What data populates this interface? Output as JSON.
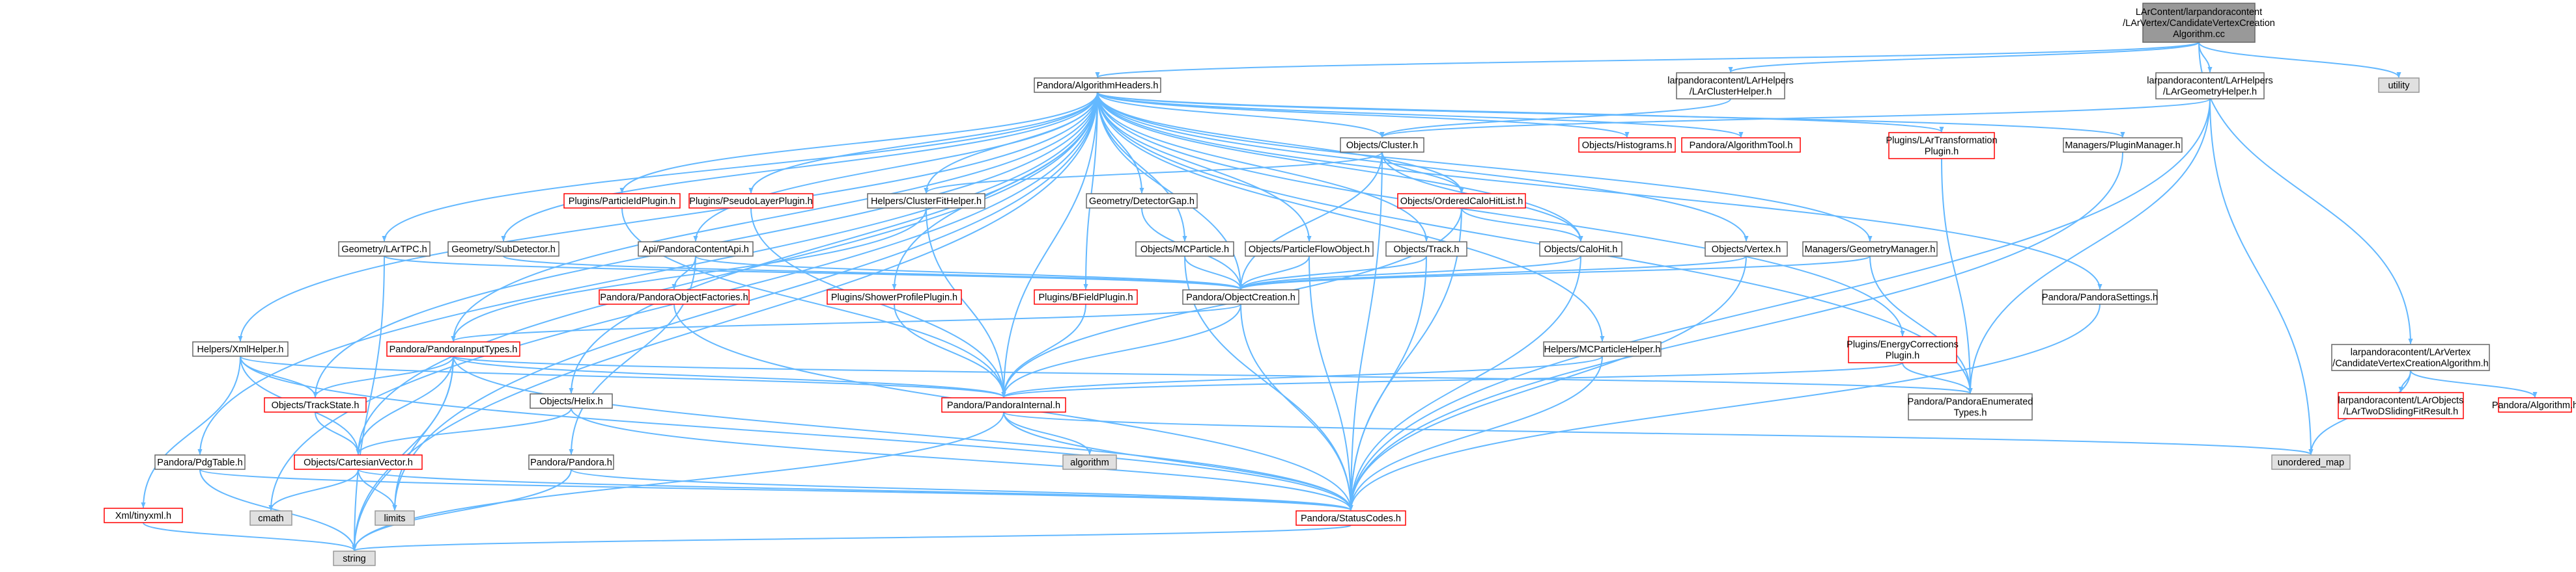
{
  "colors": {
    "edge": "#63b8ff",
    "normal_fill": "#ffffff",
    "normal_border": "#666666",
    "red_border": "#ff0000",
    "ext_fill": "#e0e0e0",
    "ext_border": "#999999",
    "root_fill": "#999999",
    "root_border": "#666666"
  },
  "nodes": [
    {
      "id": "root",
      "lines": [
        "LArContent/larpandoracontent",
        "/LArVertex/CandidateVertexCreation",
        "Algorithm.cc"
      ],
      "style": "root"
    },
    {
      "id": "alg_headers",
      "lines": [
        "Pandora/AlgorithmHeaders.h"
      ],
      "style": "normal"
    },
    {
      "id": "lar_cluster_helper",
      "lines": [
        "larpandoracontent/LArHelpers",
        "/LArClusterHelper.h"
      ],
      "style": "normal"
    },
    {
      "id": "lar_geometry_helper",
      "lines": [
        "larpandoracontent/LArHelpers",
        "/LArGeometryHelper.h"
      ],
      "style": "normal"
    },
    {
      "id": "utility",
      "lines": [
        "utility"
      ],
      "style": "ext"
    },
    {
      "id": "cand_vtx_alg_h",
      "lines": [
        "larpandoracontent/LArVertex",
        "/CandidateVertexCreationAlgorithm.h"
      ],
      "style": "normal"
    },
    {
      "id": "lar_two_d_sliding",
      "lines": [
        "larpandoracontent/LArObjects",
        "/LArTwoDSlidingFitResult.h"
      ],
      "style": "red"
    },
    {
      "id": "pandora_algorithm",
      "lines": [
        "Pandora/Algorithm.h"
      ],
      "style": "red"
    },
    {
      "id": "unordered_map",
      "lines": [
        "unordered_map"
      ],
      "style": "ext"
    },
    {
      "id": "objects_cluster",
      "lines": [
        "Objects/Cluster.h"
      ],
      "style": "normal"
    },
    {
      "id": "objects_histograms",
      "lines": [
        "Objects/Histograms.h"
      ],
      "style": "red"
    },
    {
      "id": "pandora_algorithm_tool",
      "lines": [
        "Pandora/AlgorithmTool.h"
      ],
      "style": "red"
    },
    {
      "id": "plugins_lar_transformation",
      "lines": [
        "Plugins/LArTransformation",
        "Plugin.h"
      ],
      "style": "red"
    },
    {
      "id": "managers_plugin",
      "lines": [
        "Managers/PluginManager.h"
      ],
      "style": "normal"
    },
    {
      "id": "plugins_particle_id",
      "lines": [
        "Plugins/ParticleIdPlugin.h"
      ],
      "style": "red"
    },
    {
      "id": "plugins_pseudo_layer",
      "lines": [
        "Plugins/PseudoLayerPlugin.h"
      ],
      "style": "red"
    },
    {
      "id": "helpers_cluster_fit",
      "lines": [
        "Helpers/ClusterFitHelper.h"
      ],
      "style": "normal"
    },
    {
      "id": "geometry_detector_gap",
      "lines": [
        "Geometry/DetectorGap.h"
      ],
      "style": "normal"
    },
    {
      "id": "objects_ordered_calo",
      "lines": [
        "Objects/OrderedCaloHitList.h"
      ],
      "style": "red"
    },
    {
      "id": "geometry_lar_tpc",
      "lines": [
        "Geometry/LArTPC.h"
      ],
      "style": "normal"
    },
    {
      "id": "geometry_sub_detector",
      "lines": [
        "Geometry/SubDetector.h"
      ],
      "style": "normal"
    },
    {
      "id": "api_pandora_content",
      "lines": [
        "Api/PandoraContentApi.h"
      ],
      "style": "normal"
    },
    {
      "id": "objects_mc_particle",
      "lines": [
        "Objects/MCParticle.h"
      ],
      "style": "normal"
    },
    {
      "id": "objects_pfo",
      "lines": [
        "Objects/ParticleFlowObject.h"
      ],
      "style": "normal"
    },
    {
      "id": "objects_track",
      "lines": [
        "Objects/Track.h"
      ],
      "style": "normal"
    },
    {
      "id": "objects_calo_hit",
      "lines": [
        "Objects/CaloHit.h"
      ],
      "style": "normal"
    },
    {
      "id": "objects_vertex",
      "lines": [
        "Objects/Vertex.h"
      ],
      "style": "normal"
    },
    {
      "id": "managers_geometry",
      "lines": [
        "Managers/GeometryManager.h"
      ],
      "style": "normal"
    },
    {
      "id": "pandora_object_factories",
      "lines": [
        "Pandora/PandoraObjectFactories.h"
      ],
      "style": "red"
    },
    {
      "id": "plugins_shower_profile",
      "lines": [
        "Plugins/ShowerProfilePlugin.h"
      ],
      "style": "red"
    },
    {
      "id": "plugins_bfield",
      "lines": [
        "Plugins/BFieldPlugin.h"
      ],
      "style": "red"
    },
    {
      "id": "pandora_object_creation",
      "lines": [
        "Pandora/ObjectCreation.h"
      ],
      "style": "normal"
    },
    {
      "id": "pandora_settings",
      "lines": [
        "Pandora/PandoraSettings.h"
      ],
      "style": "normal"
    },
    {
      "id": "helpers_xml",
      "lines": [
        "Helpers/XmlHelper.h"
      ],
      "style": "normal"
    },
    {
      "id": "pandora_input_types",
      "lines": [
        "Pandora/PandoraInputTypes.h"
      ],
      "style": "red"
    },
    {
      "id": "plugins_energy_corrections",
      "lines": [
        "Plugins/EnergyCorrections",
        "Plugin.h"
      ],
      "style": "red"
    },
    {
      "id": "helpers_mc_particle",
      "lines": [
        "Helpers/MCParticleHelper.h"
      ],
      "style": "normal"
    },
    {
      "id": "objects_track_state",
      "lines": [
        "Objects/TrackState.h"
      ],
      "style": "red"
    },
    {
      "id": "pandora_internal",
      "lines": [
        "Pandora/PandoraInternal.h"
      ],
      "style": "red"
    },
    {
      "id": "pandora_enumerated",
      "lines": [
        "Pandora/PandoraEnumerated",
        "Types.h"
      ],
      "style": "normal"
    },
    {
      "id": "objects_helix",
      "lines": [
        "Objects/Helix.h"
      ],
      "style": "normal"
    },
    {
      "id": "algorithm",
      "lines": [
        "algorithm"
      ],
      "style": "ext"
    },
    {
      "id": "objects_cartesian",
      "lines": [
        "Objects/CartesianVector.h"
      ],
      "style": "red"
    },
    {
      "id": "pandora_pandora",
      "lines": [
        "Pandora/Pandora.h"
      ],
      "style": "normal"
    },
    {
      "id": "pandora_pdg_table",
      "lines": [
        "Pandora/PdgTable.h"
      ],
      "style": "normal"
    },
    {
      "id": "xml_tinyxml",
      "lines": [
        "Xml/tinyxml.h"
      ],
      "style": "red"
    },
    {
      "id": "cmath",
      "lines": [
        "cmath"
      ],
      "style": "ext"
    },
    {
      "id": "limits",
      "lines": [
        "limits"
      ],
      "style": "ext"
    },
    {
      "id": "pandora_status_codes",
      "lines": [
        "Pandora/StatusCodes.h"
      ],
      "style": "red"
    },
    {
      "id": "string",
      "lines": [
        "string"
      ],
      "style": "ext"
    }
  ],
  "edges": [
    [
      "root",
      "alg_headers"
    ],
    [
      "root",
      "lar_cluster_helper"
    ],
    [
      "root",
      "lar_geometry_helper"
    ],
    [
      "root",
      "utility"
    ],
    [
      "root",
      "cand_vtx_alg_h"
    ],
    [
      "lar_cluster_helper",
      "objects_cluster"
    ],
    [
      "lar_geometry_helper",
      "objects_cluster"
    ],
    [
      "lar_geometry_helper",
      "pandora_enumerated"
    ],
    [
      "lar_geometry_helper",
      "pandora_status_codes"
    ],
    [
      "lar_geometry_helper",
      "unordered_map"
    ],
    [
      "cand_vtx_alg_h",
      "lar_two_d_sliding"
    ],
    [
      "cand_vtx_alg_h",
      "pandora_algorithm"
    ],
    [
      "cand_vtx_alg_h",
      "unordered_map"
    ],
    [
      "alg_headers",
      "objects_cluster"
    ],
    [
      "alg_headers",
      "objects_histograms"
    ],
    [
      "alg_headers",
      "pandora_algorithm_tool"
    ],
    [
      "alg_headers",
      "plugins_lar_transformation"
    ],
    [
      "alg_headers",
      "managers_plugin"
    ],
    [
      "alg_headers",
      "plugins_particle_id"
    ],
    [
      "alg_headers",
      "plugins_pseudo_layer"
    ],
    [
      "alg_headers",
      "helpers_cluster_fit"
    ],
    [
      "alg_headers",
      "geometry_detector_gap"
    ],
    [
      "alg_headers",
      "objects_ordered_calo"
    ],
    [
      "alg_headers",
      "geometry_lar_tpc"
    ],
    [
      "alg_headers",
      "geometry_sub_detector"
    ],
    [
      "alg_headers",
      "api_pandora_content"
    ],
    [
      "alg_headers",
      "objects_mc_particle"
    ],
    [
      "alg_headers",
      "objects_pfo"
    ],
    [
      "alg_headers",
      "objects_track"
    ],
    [
      "alg_headers",
      "objects_calo_hit"
    ],
    [
      "alg_headers",
      "objects_vertex"
    ],
    [
      "alg_headers",
      "managers_geometry"
    ],
    [
      "alg_headers",
      "plugins_shower_profile"
    ],
    [
      "alg_headers",
      "plugins_bfield"
    ],
    [
      "alg_headers",
      "pandora_settings"
    ],
    [
      "alg_headers",
      "helpers_xml"
    ],
    [
      "alg_headers",
      "pandora_input_types"
    ],
    [
      "alg_headers",
      "plugins_energy_corrections"
    ],
    [
      "alg_headers",
      "helpers_mc_particle"
    ],
    [
      "alg_headers",
      "objects_track_state"
    ],
    [
      "alg_headers",
      "pandora_internal"
    ],
    [
      "alg_headers",
      "pandora_enumerated"
    ],
    [
      "alg_headers",
      "objects_helix"
    ],
    [
      "alg_headers",
      "objects_cartesian"
    ],
    [
      "alg_headers",
      "pandora_pdg_table"
    ],
    [
      "alg_headers",
      "cmath"
    ],
    [
      "alg_headers",
      "limits"
    ],
    [
      "alg_headers",
      "string"
    ],
    [
      "alg_headers",
      "pandora_object_creation"
    ],
    [
      "objects_cluster",
      "helpers_cluster_fit"
    ],
    [
      "objects_cluster",
      "objects_ordered_calo"
    ],
    [
      "objects_cluster",
      "pandora_object_creation"
    ],
    [
      "objects_cluster",
      "objects_calo_hit"
    ],
    [
      "objects_cluster",
      "pandora_status_codes"
    ],
    [
      "plugins_lar_transformation",
      "pandora_enumerated"
    ],
    [
      "managers_plugin",
      "pandora_status_codes"
    ],
    [
      "plugins_particle_id",
      "pandora_internal"
    ],
    [
      "plugins_pseudo_layer",
      "pandora_internal"
    ],
    [
      "helpers_cluster_fit",
      "pandora_input_types"
    ],
    [
      "helpers_cluster_fit",
      "pandora_internal"
    ],
    [
      "geometry_detector_gap",
      "pandora_object_creation"
    ],
    [
      "objects_ordered_calo",
      "objects_calo_hit"
    ],
    [
      "objects_ordered_calo",
      "pandora_internal"
    ],
    [
      "objects_ordered_calo",
      "pandora_status_codes"
    ],
    [
      "geometry_lar_tpc",
      "pandora_object_creation"
    ],
    [
      "geometry_lar_tpc",
      "string"
    ],
    [
      "geometry_sub_detector",
      "pandora_object_creation"
    ],
    [
      "api_pandora_content",
      "pandora_object_factories"
    ],
    [
      "api_pandora_content",
      "pandora_pandora"
    ],
    [
      "api_pandora_content",
      "pandora_object_creation"
    ],
    [
      "objects_mc_particle",
      "pandora_object_creation"
    ],
    [
      "objects_mc_particle",
      "pandora_status_codes"
    ],
    [
      "objects_pfo",
      "pandora_object_creation"
    ],
    [
      "objects_pfo",
      "pandora_status_codes"
    ],
    [
      "objects_track",
      "pandora_object_creation"
    ],
    [
      "objects_track",
      "pandora_status_codes"
    ],
    [
      "objects_calo_hit",
      "pandora_object_creation"
    ],
    [
      "objects_calo_hit",
      "pandora_status_codes"
    ],
    [
      "objects_vertex",
      "pandora_object_creation"
    ],
    [
      "objects_vertex",
      "pandora_status_codes"
    ],
    [
      "managers_geometry",
      "pandora_object_creation"
    ],
    [
      "managers_geometry",
      "pandora_enumerated"
    ],
    [
      "pandora_object_factories",
      "pandora_status_codes"
    ],
    [
      "plugins_shower_profile",
      "pandora_internal"
    ],
    [
      "plugins_bfield",
      "pandora_internal"
    ],
    [
      "pandora_object_creation",
      "pandora_input_types"
    ],
    [
      "pandora_object_creation",
      "pandora_internal"
    ],
    [
      "pandora_object_creation",
      "pandora_status_codes"
    ],
    [
      "pandora_settings",
      "pandora_status_codes"
    ],
    [
      "helpers_xml",
      "objects_track_state"
    ],
    [
      "helpers_xml",
      "pandora_internal"
    ],
    [
      "helpers_xml",
      "objects_cartesian"
    ],
    [
      "helpers_xml",
      "xml_tinyxml"
    ],
    [
      "helpers_xml",
      "pandora_status_codes"
    ],
    [
      "pandora_input_types",
      "objects_track_state"
    ],
    [
      "pandora_input_types",
      "pandora_internal"
    ],
    [
      "pandora_input_types",
      "pandora_enumerated"
    ],
    [
      "pandora_input_types",
      "objects_cartesian"
    ],
    [
      "pandora_input_types",
      "limits"
    ],
    [
      "pandora_input_types",
      "string"
    ],
    [
      "pandora_input_types",
      "pandora_status_codes"
    ],
    [
      "plugins_energy_corrections",
      "pandora_internal"
    ],
    [
      "plugins_energy_corrections",
      "pandora_enumerated"
    ],
    [
      "helpers_mc_particle",
      "pandora_internal"
    ],
    [
      "helpers_mc_particle",
      "pandora_status_codes"
    ],
    [
      "objects_track_state",
      "objects_cartesian"
    ],
    [
      "pandora_internal",
      "algorithm"
    ],
    [
      "pandora_internal",
      "unordered_map"
    ],
    [
      "pandora_internal",
      "string"
    ],
    [
      "pandora_internal",
      "pandora_status_codes"
    ],
    [
      "objects_helix",
      "objects_cartesian"
    ],
    [
      "objects_helix",
      "pandora_status_codes"
    ],
    [
      "objects_cartesian",
      "cmath"
    ],
    [
      "objects_cartesian",
      "limits"
    ],
    [
      "objects_cartesian",
      "pandora_status_codes"
    ],
    [
      "pandora_pandora",
      "string"
    ],
    [
      "pandora_pandora",
      "pandora_status_codes"
    ],
    [
      "pandora_pdg_table",
      "string"
    ],
    [
      "pandora_pdg_table",
      "pandora_status_codes"
    ],
    [
      "xml_tinyxml",
      "string"
    ],
    [
      "pandora_status_codes",
      "string"
    ]
  ]
}
